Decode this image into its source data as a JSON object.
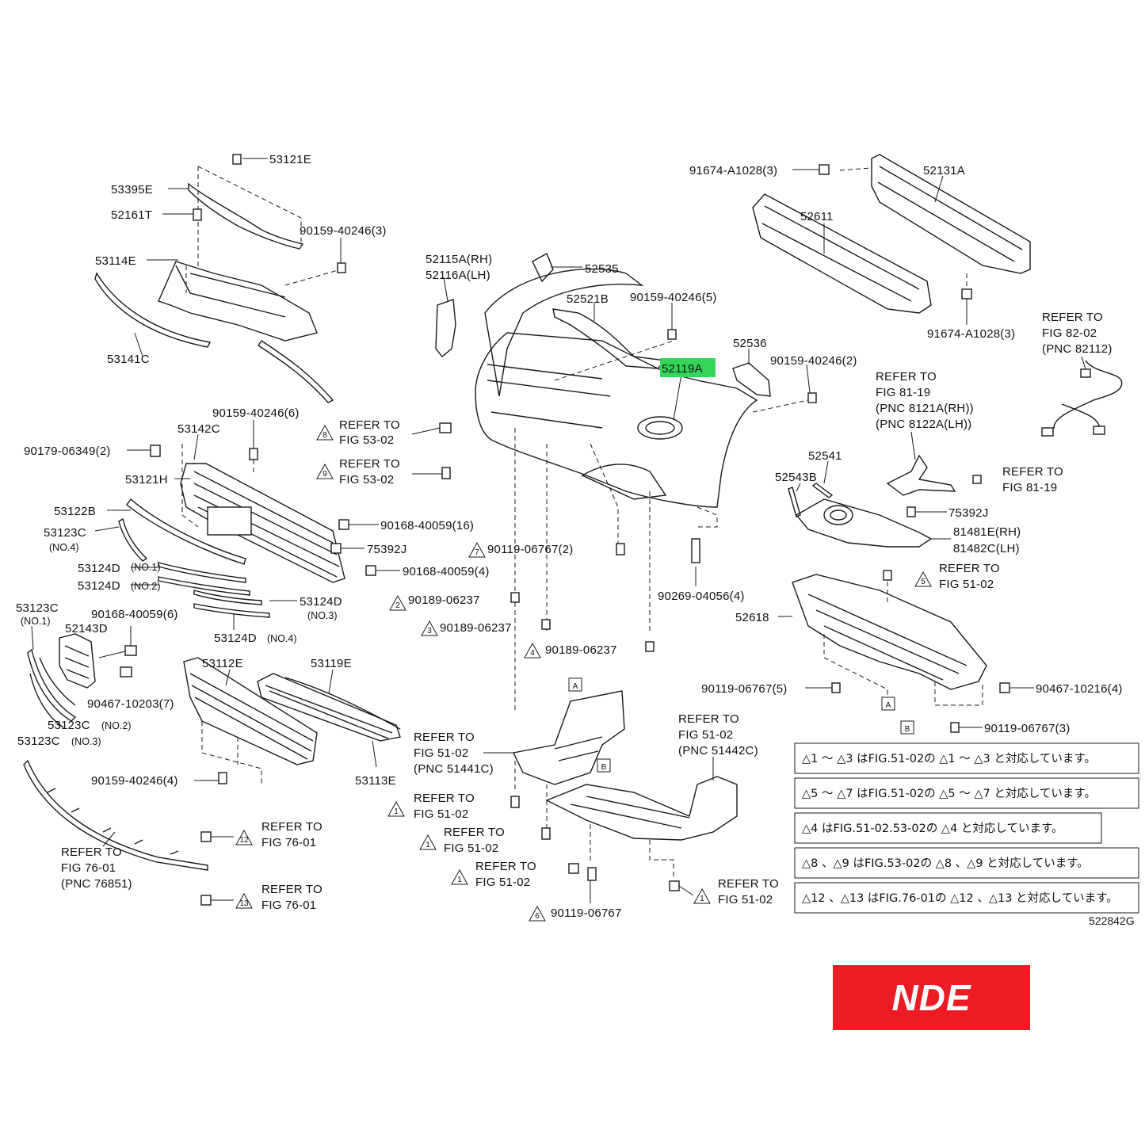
{
  "diagram": {
    "id": "522842G",
    "highlighted_part": "52119A",
    "part_numbers": {
      "p53121E": "53121E",
      "p53395E": "53395E",
      "p52161T": "52161T",
      "p53114E": "53114E",
      "p53141C": "53141C",
      "p90159_40246_3": "90159-40246(3)",
      "p52115A": "52115A(RH)",
      "p52116A": "52116A(LH)",
      "p52535": "52535",
      "p52521B": "52521B",
      "p90159_40246_5": "90159-40246(5)",
      "p52119A": "52119A",
      "p52536": "52536",
      "p90159_40246_2": "90159-40246(2)",
      "p91674_top": "91674-A1028(3)",
      "p52131A": "52131A",
      "p52611": "52611",
      "p91674_bot": "91674-A1028(3)",
      "p90159_40246_6": "90159-40246(6)",
      "p53142C": "53142C",
      "p90179": "90179-06349(2)",
      "p53121H": "53121H",
      "p53122B": "53122B",
      "p53123C_no4": "53123C",
      "p53124D_1": "53124D",
      "p53124D_2": "53124D",
      "p53124D_3": "53124D",
      "p53124D_4": "53124D",
      "p90168_16": "90168-40059(16)",
      "p75392J_left": "75392J",
      "p90168_4": "90168-40059(4)",
      "p90119_2": "90119-06767(2)",
      "p90269": "90269-04056(4)",
      "p90189_2": "90189-06237",
      "p90189_3": "90189-06237",
      "p90189_4": "90189-06237",
      "p53123C_no1": "53123C",
      "p90168_6": "90168-40059(6)",
      "p52143D": "52143D",
      "p90467_7": "90467-10203(7)",
      "p53123C_no2": "53123C",
      "p53123C_no3": "53123C",
      "p53112E": "53112E",
      "p53119E": "53119E",
      "p53113E": "53113E",
      "p90159_40246_4": "90159-40246(4)",
      "p52541": "52541",
      "p52543B": "52543B",
      "p75392J_right": "75392J",
      "p81481E": "81481E(RH)",
      "p81482C": "81482C(LH)",
      "p52618": "52618",
      "p90119_5": "90119-06767(5)",
      "p90467_4": "90467-10216(4)",
      "p90119_3": "90119-06767(3)",
      "p90119_6": "90119-06767"
    },
    "notes": {
      "no1": "(NO.1)",
      "no2": "(NO.2)",
      "no3": "(NO.3)",
      "no4": "(NO.4)"
    },
    "refer": {
      "refer_to": "REFER TO",
      "fig_53_02": "FIG 53-02",
      "fig_82_02": "FIG 82-02",
      "pnc_82112": "(PNC 82112)",
      "fig_81_19": "FIG 81-19",
      "pnc_8121A": "(PNC 8121A(RH))",
      "pnc_8122A": "(PNC 8122A(LH))",
      "fig_51_02": "FIG 51-02",
      "pnc_51441C": "(PNC 51441C)",
      "pnc_51442C": "(PNC 51442C)",
      "fig_76_01": "FIG 76-01",
      "pnc_76851": "(PNC 76851)",
      "mark_a": "A",
      "mark_b": "B"
    },
    "legend_notes": [
      "△1 〜 △3 はFIG.51-02の △1 〜 △3 と対応しています。",
      "△5 〜 △7 はFIG.51-02の △5 〜 △7 と対応しています。",
      "△4 はFIG.51-02.53-02の △4 と対応しています。",
      "△8 、△9 はFIG.53-02の △8 、△9 と対応しています。",
      "△12 、△13 はFIG.76-01の △12 、△13 と対応しています。"
    ]
  },
  "brand": {
    "logo_text": "NDE",
    "logo_color": "#ed1c24"
  }
}
